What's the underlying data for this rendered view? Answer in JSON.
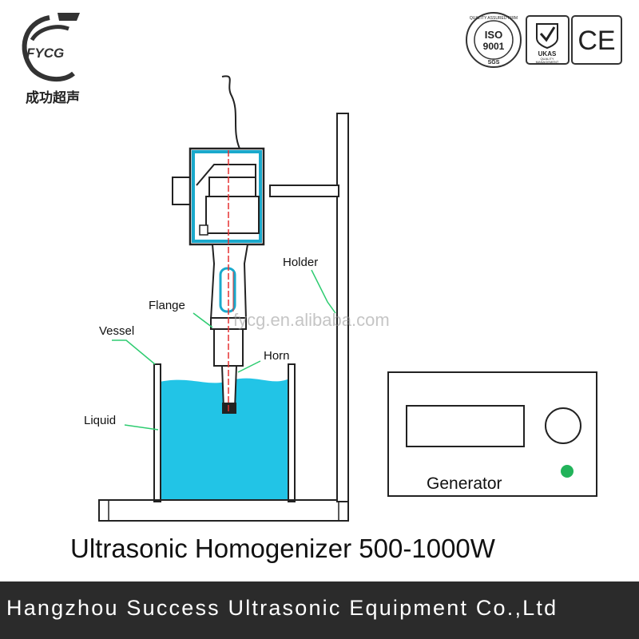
{
  "brand": {
    "logo_letters": "FYCG",
    "chinese_name": "成功超声"
  },
  "certifications": [
    {
      "name": "iso-9001-seal",
      "top_text": "QUALITY ASSURED FIRM",
      "main": "ISO",
      "sub": "9001",
      "bottom": "SGS"
    },
    {
      "name": "ukas-mark",
      "main": "UKAS",
      "sub1": "QUALITY",
      "sub2": "MANAGEMENT"
    },
    {
      "name": "ce-mark",
      "main": "CE"
    }
  ],
  "labels": {
    "holder": "Holder",
    "flange": "Flange",
    "vessel": "Vessel",
    "horn": "Horn",
    "liquid": "Liquid",
    "generator": "Generator"
  },
  "watermark": "fycg.en.alibaba.com",
  "title": "Ultrasonic Homogenizer 500-1000W",
  "footer": "Hangzhou Success Ultrasonic Equipment Co.,Ltd",
  "colors": {
    "liquid": "#22c4e6",
    "liquid_dark": "#1aa9cc",
    "outline": "#222222",
    "accent_red": "#e53030",
    "indicator_green": "#22b35a",
    "footer_bg": "#2b2b2b",
    "leader_line": "#2ecc71"
  }
}
